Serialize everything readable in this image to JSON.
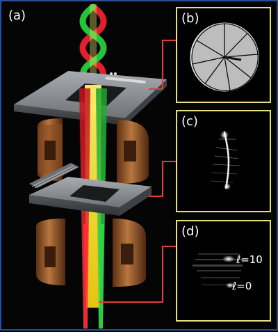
{
  "panels": {
    "a": "(a)",
    "b": "(b)",
    "c": "(c)",
    "d": "(d)"
  },
  "mode_labels": {
    "upper": "ℓ=10",
    "lower": "ℓ=0"
  },
  "colors": {
    "frame": "#2a4f9a",
    "inset_border": "#e9dc8a",
    "leader_line": "#e23b3b",
    "plate": "#8e9196",
    "copper": "#9a5a2c",
    "beam_yellow": "#ffe832",
    "beam_green": "#27c23a",
    "beam_red": "#e0202c"
  },
  "icons": [
    "spiral-phase-plate",
    "helical-beam",
    "piezo-stage",
    "copper-magnet"
  ]
}
